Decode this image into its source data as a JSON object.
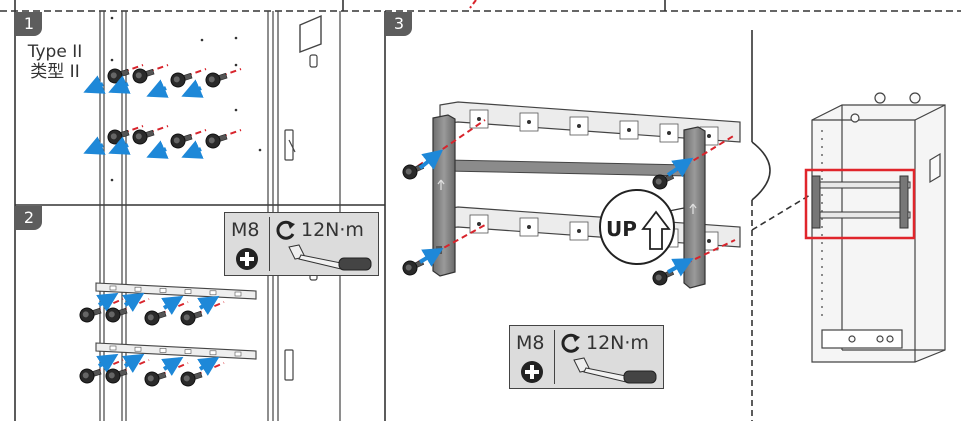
{
  "steps": {
    "step1": {
      "number": "1",
      "type_en": "Type II",
      "type_cn": "类型 II"
    },
    "step2": {
      "number": "2",
      "tool": {
        "bolt": "M8",
        "torque": "12N·m"
      }
    },
    "step3": {
      "number": "3",
      "tool": {
        "bolt": "M8",
        "torque": "12N·m"
      },
      "up_label": "UP"
    }
  },
  "colors": {
    "arrow_blue": "#1e88d8",
    "dash_red": "#d8242c",
    "highlight_red": "#e0252b",
    "panel_line": "#333333",
    "tool_bg": "#dcdcdc",
    "badge": "#5d5d5d"
  },
  "icons": [
    "bolt-icon",
    "torque-rotate-icon",
    "torque-wrench-icon",
    "screw-head-icon",
    "up-arrow-icon"
  ]
}
